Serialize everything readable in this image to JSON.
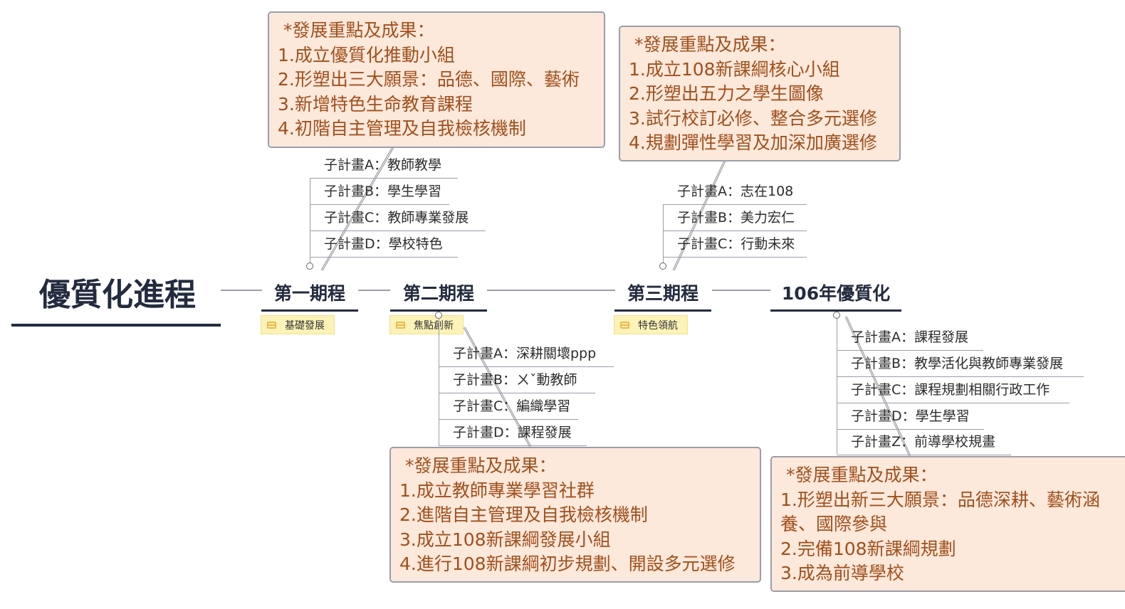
{
  "root": {
    "title": "優質化進程"
  },
  "phases": [
    {
      "title": "第一期程",
      "label": "基礎發展",
      "subplans": [
        "子計畫A：教師教學",
        "子計畫B：學生學習",
        "子計畫C：教師專業發展",
        "子計畫D：學校特色"
      ],
      "callout": {
        "heading": "*發展重點及成果：",
        "lines": [
          "1.成立優質化推動小組",
          "2.形塑出三大願景：品德、國際、藝術",
          "3.新增特色生命教育課程",
          "4.初階自主管理及自我檢核機制"
        ]
      }
    },
    {
      "title": "第二期程",
      "label": "焦點創新",
      "subplans": [
        "子計畫A：深耕關壞ppp",
        "子計畫B：ㄨˇ動教師",
        "子計畫C：編織學習",
        "子計畫D：課程發展"
      ],
      "callout": {
        "heading": "*發展重點及成果：",
        "lines": [
          "1.成立教師專業學習社群",
          "2.進階自主管理及自我檢核機制",
          "3.成立108新課綱發展小組",
          "4.進行108新課綱初步規劃、開設多元選修"
        ]
      }
    },
    {
      "title": "第三期程",
      "label": "特色領航",
      "subplans": [
        "子計畫A：志在108",
        "子計畫B：美力宏仁",
        "子計畫C：行動未來"
      ],
      "callout": {
        "heading": "*發展重點及成果：",
        "lines": [
          "1.成立108新課綱核心小組",
          "2.形塑出五力之學生圖像",
          "3.試行校訂必修、整合多元選修",
          "4.規劃彈性學習及加深加廣選修"
        ]
      }
    },
    {
      "title": "106年優質化",
      "subplans": [
        "子計畫A：課程發展",
        "子計畫B：教學活化與教師專業發展",
        "子計畫C：課程規劃相關行政工作",
        "子計畫D：學生學習",
        "子計畫Z：前導學校規畫"
      ],
      "callout": {
        "heading": "*發展重點及成果：",
        "lines": [
          "1.形塑出新三大願景：品德深耕、藝術涵",
          "養、國際參與",
          "2.完備108新課綱規劃",
          "3.成為前導學校"
        ]
      }
    }
  ]
}
